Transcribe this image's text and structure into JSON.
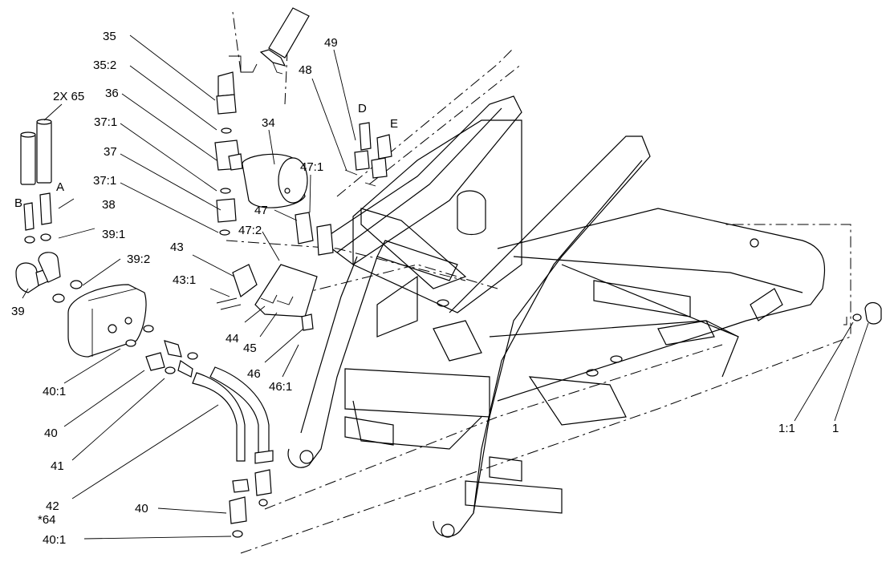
{
  "labels": {
    "l35": "35",
    "l35_2": "35:2",
    "l36": "36",
    "l34": "34",
    "l37_1a": "37:1",
    "l37": "37",
    "l37_1b": "37:1",
    "l2x65": "2X 65",
    "lA": "A",
    "lB": "B",
    "l38": "38",
    "l39_1": "39:1",
    "l39_2": "39:2",
    "l39": "39",
    "l43": "43",
    "l43_1": "43:1",
    "l44": "44",
    "l45": "45",
    "l46": "46",
    "l46_1": "46:1",
    "l47": "47",
    "l47_1": "47:1",
    "l47_2": "47:2",
    "l48": "48",
    "l49": "49",
    "lD": "D",
    "lE": "E",
    "l40_1a": "40:1",
    "l40a": "40",
    "l41": "41",
    "l42": "42",
    "l64": "*64",
    "l40b": "40",
    "l40_1b": "40:1",
    "l1_1": "1:1",
    "l1": "1"
  }
}
